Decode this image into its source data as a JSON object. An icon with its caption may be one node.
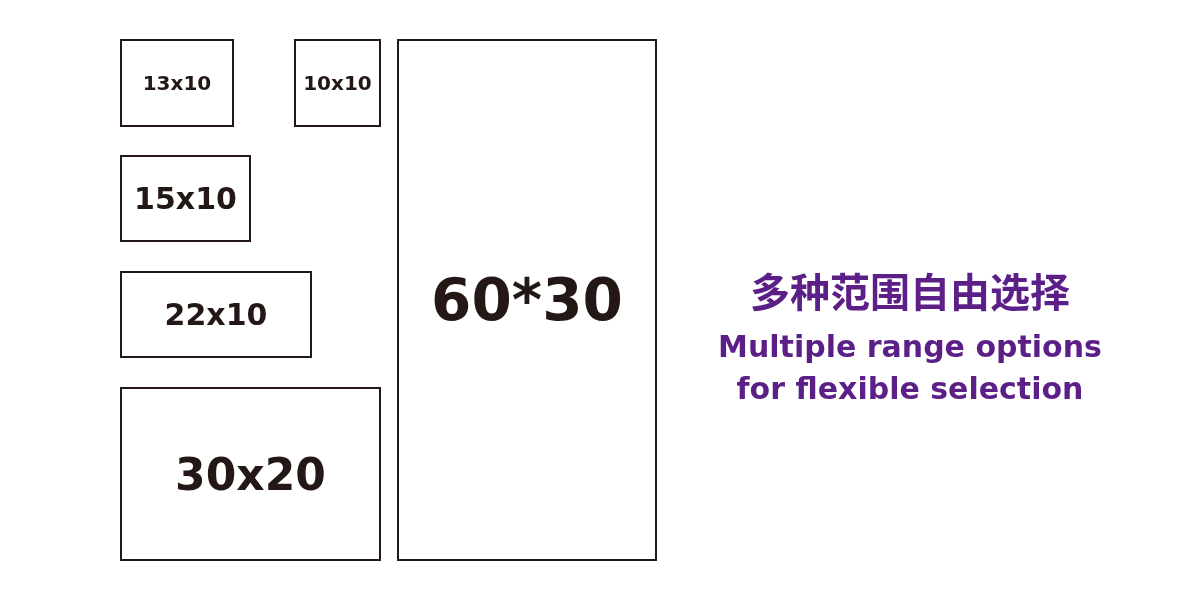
{
  "diagram": {
    "nodes": [
      {
        "text": [
          "13x10"
        ]
      },
      {
        "text": [
          "10x10"
        ]
      },
      {
        "text": [
          "15x10"
        ]
      },
      {
        "text": [
          "22x10"
        ]
      },
      {
        "text": [
          "30x20"
        ]
      },
      {
        "text": [
          "60*30"
        ]
      }
    ],
    "labels": [
      "多种范围自由选择",
      "Multiple range options for flexible selection"
    ]
  }
}
